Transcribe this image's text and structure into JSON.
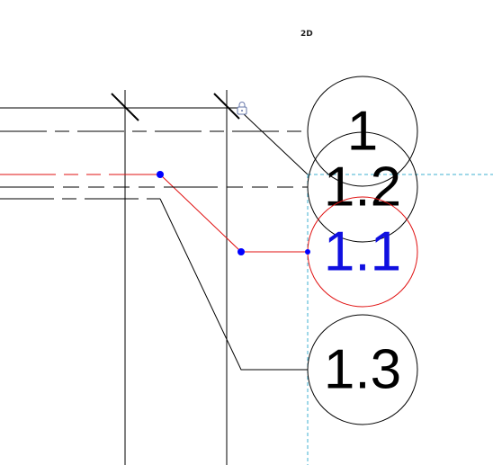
{
  "view": {
    "tag": "2D"
  },
  "colors": {
    "background": "#ffffff",
    "line": "#000000",
    "selected": "#e01010",
    "selected_text": "#1010e0",
    "grip": "#0000ff",
    "alignment": "#3fb0d0",
    "lock": "#6677aa"
  },
  "grid_bubbles": [
    {
      "label": "1",
      "state": "normal"
    },
    {
      "label": "1.2",
      "state": "normal"
    },
    {
      "label": "1.1",
      "state": "selected"
    },
    {
      "label": "1.3",
      "state": "normal"
    }
  ],
  "icons": {
    "lock": "lock-icon",
    "grip": "drag-grip-icon"
  }
}
